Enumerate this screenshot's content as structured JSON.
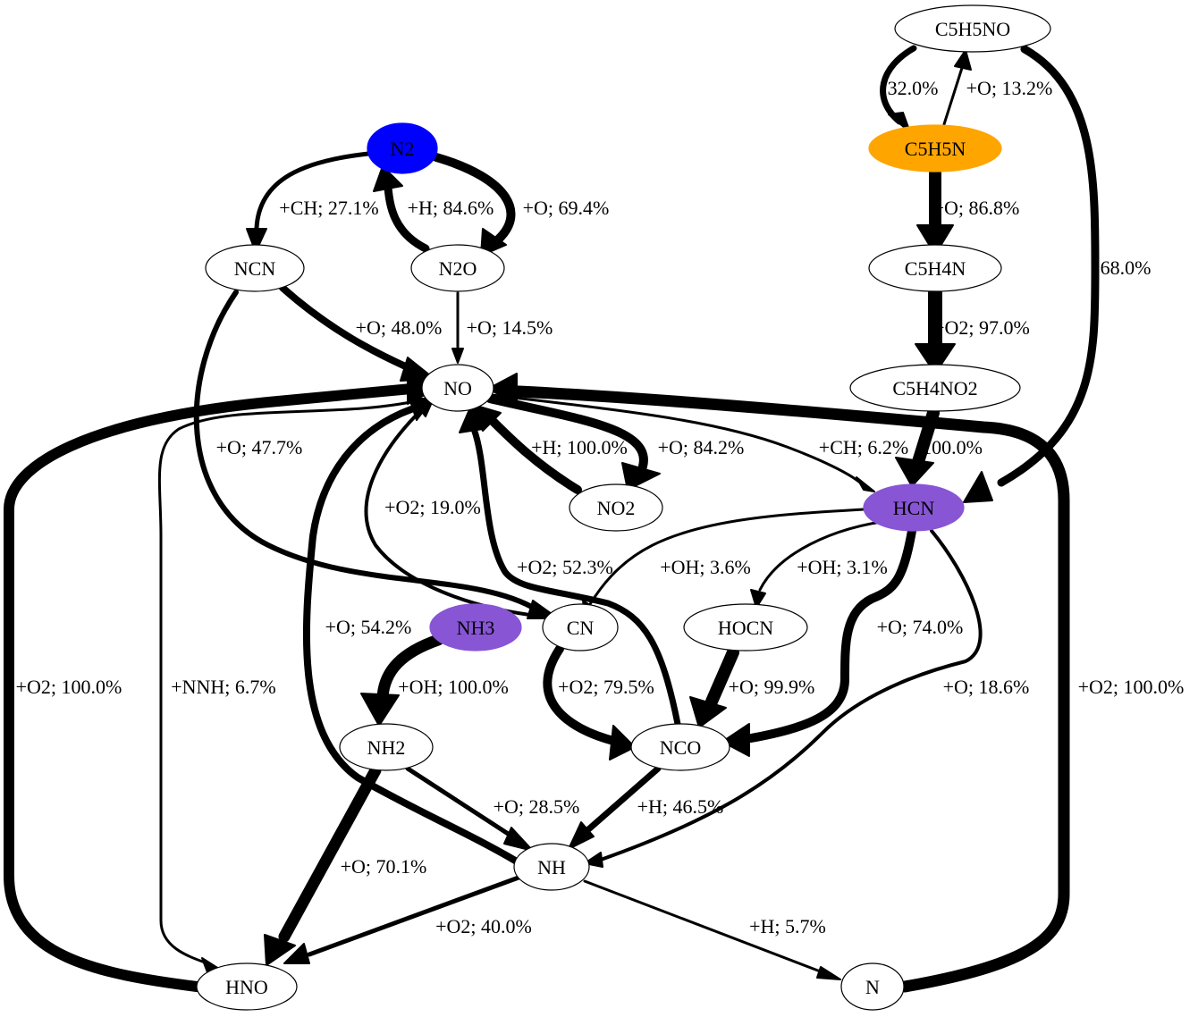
{
  "nodes": {
    "C5H5NO": {
      "label": "C5H5NO",
      "fill": "#ffffff"
    },
    "C5H5N": {
      "label": "C5H5N",
      "fill": "#ffa500"
    },
    "N2": {
      "label": "N2",
      "fill": "#0000ff"
    },
    "NCN": {
      "label": "NCN",
      "fill": "#ffffff"
    },
    "N2O": {
      "label": "N2O",
      "fill": "#ffffff"
    },
    "C5H4N": {
      "label": "C5H4N",
      "fill": "#ffffff"
    },
    "NO": {
      "label": "NO",
      "fill": "#ffffff"
    },
    "C5H4NO2": {
      "label": "C5H4NO2",
      "fill": "#ffffff"
    },
    "NO2": {
      "label": "NO2",
      "fill": "#ffffff"
    },
    "HCN": {
      "label": "HCN",
      "fill": "#8855d5"
    },
    "NH3": {
      "label": "NH3",
      "fill": "#8855d5"
    },
    "CN": {
      "label": "CN",
      "fill": "#ffffff"
    },
    "HOCN": {
      "label": "HOCN",
      "fill": "#ffffff"
    },
    "NH2": {
      "label": "NH2",
      "fill": "#ffffff"
    },
    "NCO": {
      "label": "NCO",
      "fill": "#ffffff"
    },
    "NH": {
      "label": "NH",
      "fill": "#ffffff"
    },
    "HNO": {
      "label": "HNO",
      "fill": "#ffffff"
    },
    "N": {
      "label": "N",
      "fill": "#ffffff"
    }
  },
  "edges": [
    {
      "id": "c5h5no-c5h5n",
      "from": "C5H5NO",
      "to": "C5H5N",
      "label": "32.0%"
    },
    {
      "id": "c5h5n-c5h5no",
      "from": "C5H5N",
      "to": "C5H5NO",
      "label": "+O; 13.2%"
    },
    {
      "id": "c5h5no-hcn",
      "from": "C5H5NO",
      "to": "HCN",
      "label": "68.0%"
    },
    {
      "id": "c5h5n-c5h4n",
      "from": "C5H5N",
      "to": "C5H4N",
      "label": "+O; 86.8%"
    },
    {
      "id": "c5h4n-c5h4no2",
      "from": "C5H4N",
      "to": "C5H4NO2",
      "label": "+O2; 97.0%"
    },
    {
      "id": "c5h4no2-hcn",
      "from": "C5H4NO2",
      "to": "HCN",
      "label": "100.0%"
    },
    {
      "id": "n2-ncn",
      "from": "N2",
      "to": "NCN",
      "label": "+CH; 27.1%"
    },
    {
      "id": "n2o-n2",
      "from": "N2O",
      "to": "N2",
      "label": "+H; 84.6%"
    },
    {
      "id": "n2-n2o",
      "from": "N2",
      "to": "N2O",
      "label": "+O; 69.4%"
    },
    {
      "id": "ncn-no",
      "from": "NCN",
      "to": "NO",
      "label": "+O; 48.0%"
    },
    {
      "id": "n2o-no",
      "from": "N2O",
      "to": "NO",
      "label": "+O; 14.5%"
    },
    {
      "id": "ncn-cn",
      "from": "NCN",
      "to": "CN",
      "label": "+O; 47.7%"
    },
    {
      "id": "no2-no",
      "from": "NO2",
      "to": "NO",
      "label": "+H; 100.0%"
    },
    {
      "id": "no-no2",
      "from": "NO",
      "to": "NO2",
      "label": "+O; 84.2%"
    },
    {
      "id": "no-hcn",
      "from": "NO",
      "to": "HCN",
      "label": "+CH; 6.2%"
    },
    {
      "id": "cn-no",
      "from": "CN",
      "to": "NO",
      "label": "+O2; 19.0%"
    },
    {
      "id": "nco-no",
      "from": "NCO",
      "to": "NO",
      "label": "+O2; 52.3%"
    },
    {
      "id": "nh-no",
      "from": "NH",
      "to": "NO",
      "label": "+O; 54.2%"
    },
    {
      "id": "hno-no",
      "from": "HNO",
      "to": "NO",
      "label": "+O2; 100.0%"
    },
    {
      "id": "no-hno",
      "from": "NO",
      "to": "HNO",
      "label": "+NNH; 6.7%"
    },
    {
      "id": "n-no",
      "from": "N",
      "to": "NO",
      "label": "+O2; 100.0%"
    },
    {
      "id": "hcn-cn",
      "from": "HCN",
      "to": "CN",
      "label": "+OH; 3.6%"
    },
    {
      "id": "hcn-hocn",
      "from": "HCN",
      "to": "HOCN",
      "label": "+OH; 3.1%"
    },
    {
      "id": "hcn-nco",
      "from": "HCN",
      "to": "NCO",
      "label": "+O; 74.0%"
    },
    {
      "id": "hcn-nh",
      "from": "HCN",
      "to": "NH",
      "label": "+O; 18.6%"
    },
    {
      "id": "hocn-nco",
      "from": "HOCN",
      "to": "NCO",
      "label": "+O; 99.9%"
    },
    {
      "id": "cn-nco",
      "from": "CN",
      "to": "NCO",
      "label": "+O2; 79.5%"
    },
    {
      "id": "nh3-nh2",
      "from": "NH3",
      "to": "NH2",
      "label": "+OH; 100.0%"
    },
    {
      "id": "nh2-nh",
      "from": "NH2",
      "to": "NH",
      "label": "+O; 28.5%"
    },
    {
      "id": "nco-nh",
      "from": "NCO",
      "to": "NH",
      "label": "+H; 46.5%"
    },
    {
      "id": "nh2-hno",
      "from": "NH2",
      "to": "HNO",
      "label": "+O; 70.1%"
    },
    {
      "id": "nh-hno",
      "from": "NH",
      "to": "HNO",
      "label": "+O2; 40.0%"
    },
    {
      "id": "nh-n",
      "from": "NH",
      "to": "N",
      "label": "+H; 5.7%"
    }
  ]
}
